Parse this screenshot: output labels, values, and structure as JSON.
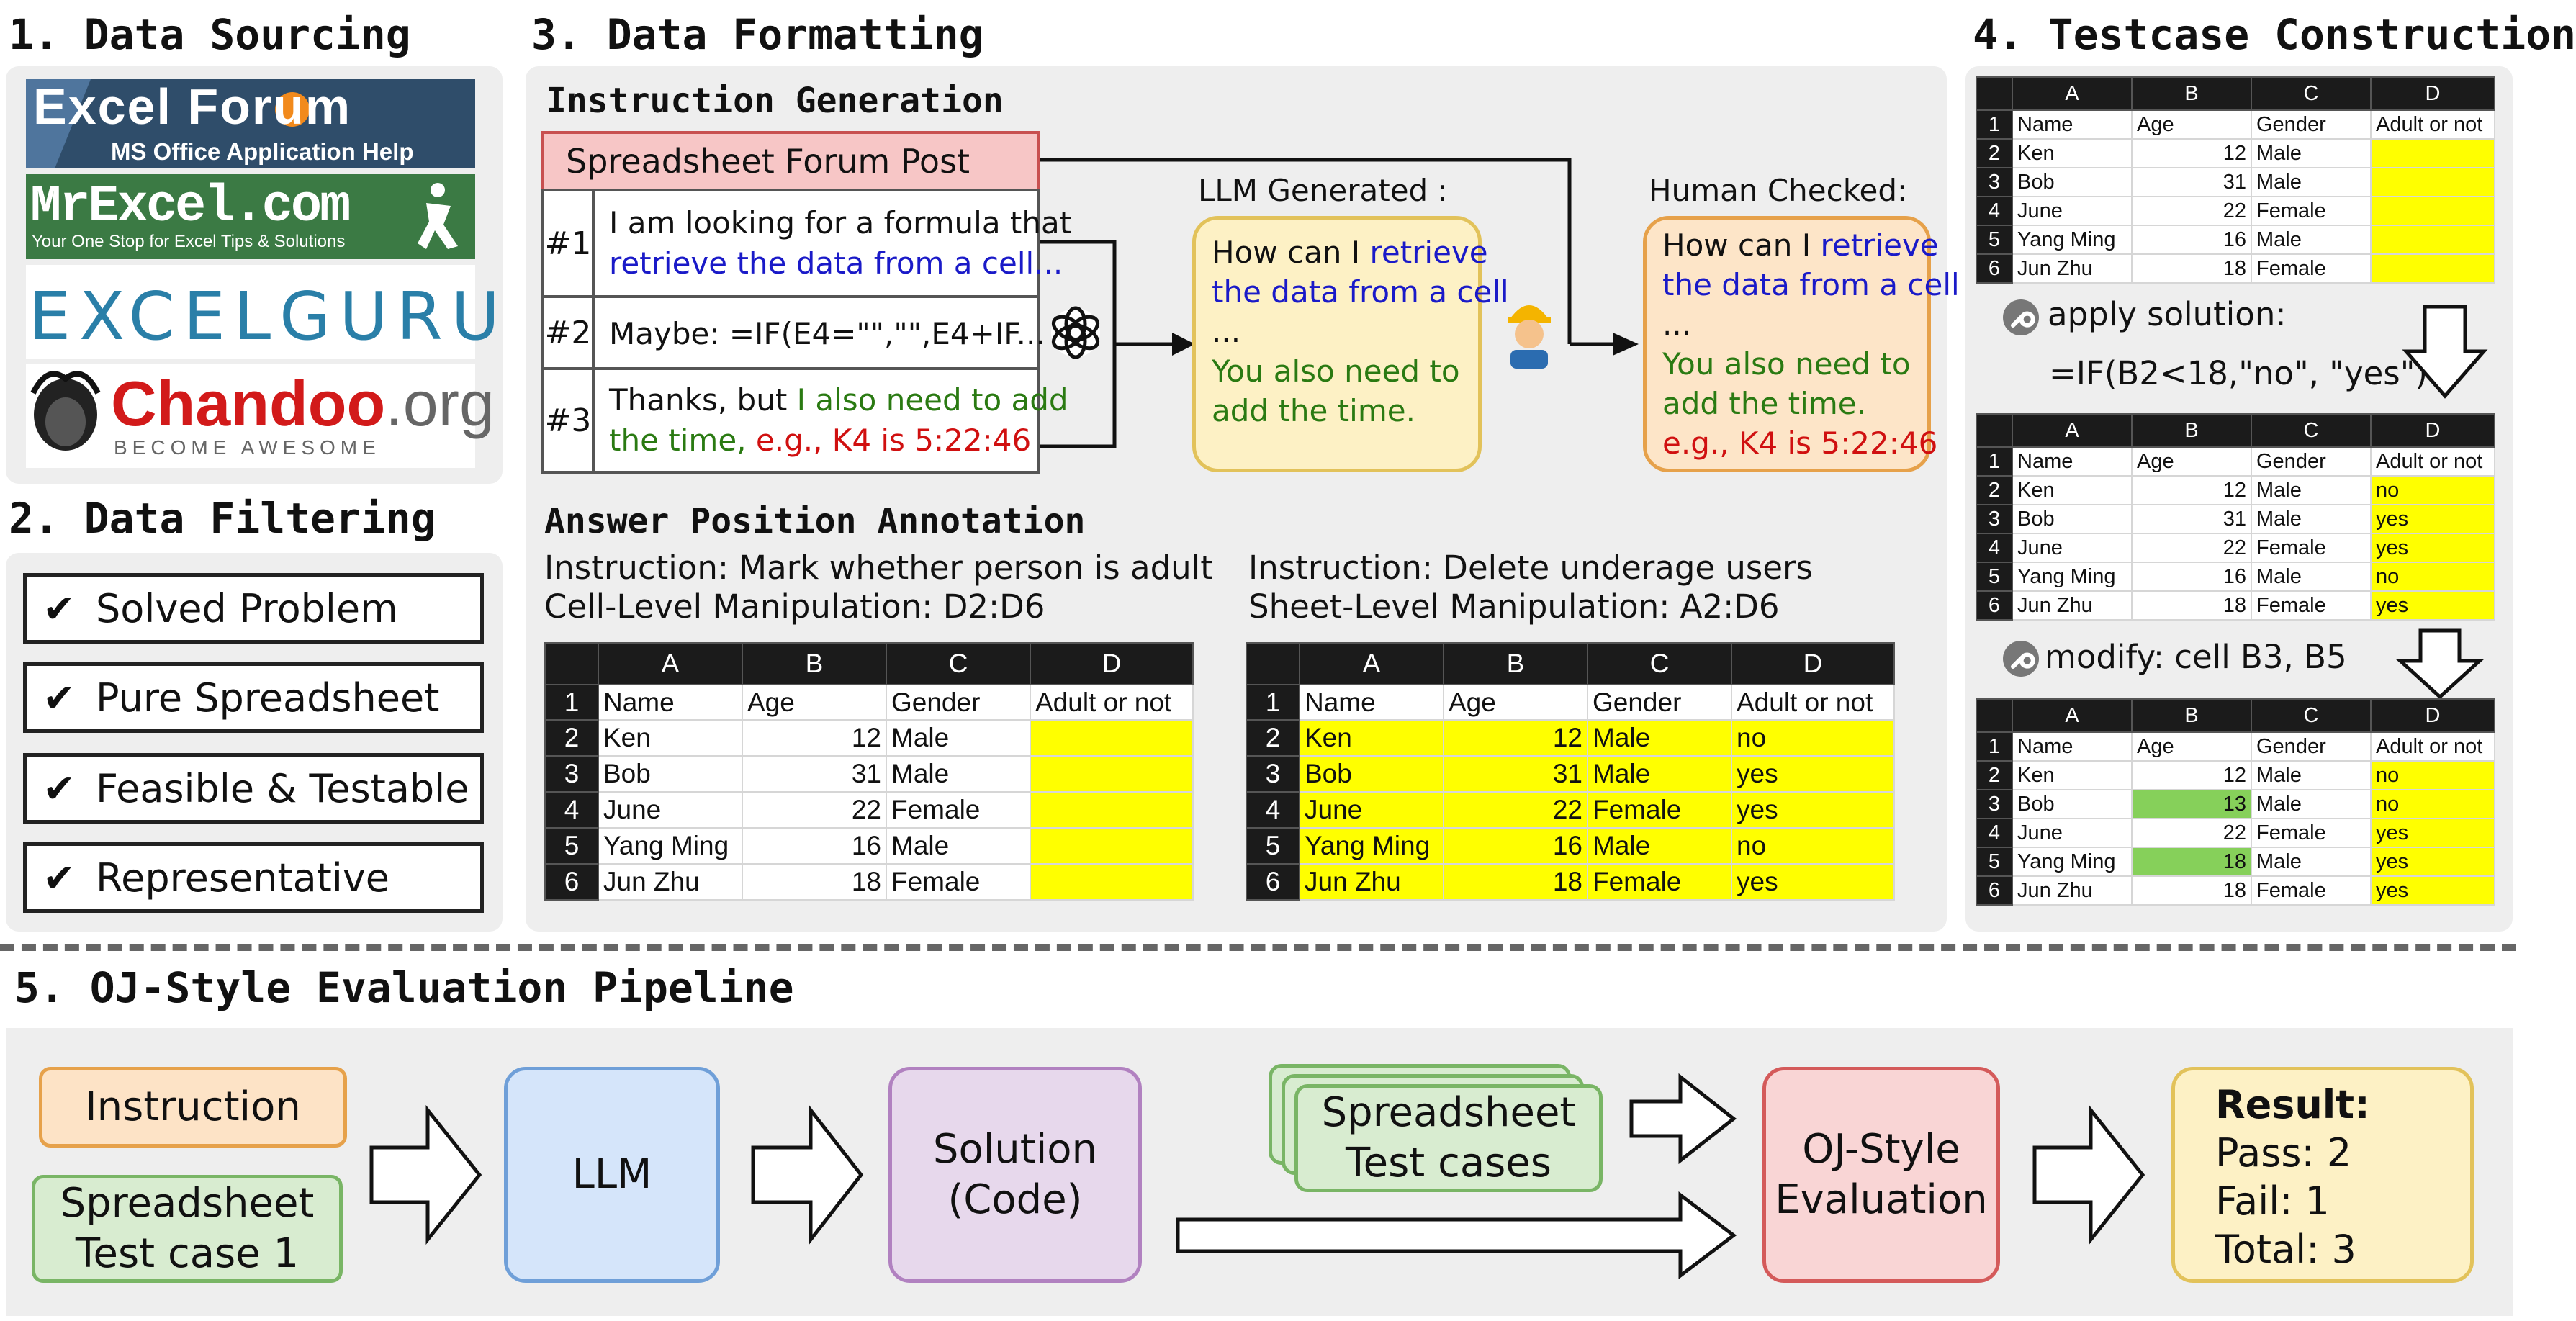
{
  "sections": {
    "s1": "1. Data Sourcing",
    "s2": "2. Data Filtering",
    "s3": "3. Data Formatting",
    "s4": "4. Testcase Construction",
    "s5": "5. OJ-Style Evaluation Pipeline"
  },
  "logos": {
    "excelforum_main": "Excel Forum",
    "excelforum_sub": "MS Office Application Help",
    "mrexcel_main": "MrExcel.com",
    "mrexcel_sub": "Your One Stop for Excel Tips & Solutions",
    "excelguru": "EXCELGURU",
    "chandoo_main": "Chandoo",
    "chandoo_tld": ".org",
    "chandoo_sub": "BECOME AWESOME"
  },
  "filters": [
    "Solved Problem",
    "Pure Spreadsheet",
    "Feasible & Testable",
    "Representative"
  ],
  "formatting": {
    "instruction_generation": "Instruction Generation",
    "post_title": "Spreadsheet Forum Post",
    "posts": [
      {
        "num": "#1",
        "line1": "I am looking for a formula that",
        "line2": "retrieve the data from a cell..."
      },
      {
        "num": "#2",
        "line1": "Maybe: =IF(E4=\"\",\"\",E4+IF..."
      },
      {
        "num": "#3",
        "line1a": "Thanks, but ",
        "line1b": "I also need to add",
        "line2a": "the time, ",
        "line2b": "e.g., K4 is 5:22:46"
      }
    ],
    "llm_label": "LLM Generated :",
    "human_label": "Human Checked:",
    "llm_bubble": {
      "p1": "How can I ",
      "p2": "retrieve",
      "p3": "the data from a cell",
      "p4": "...",
      "p5": "You also need to",
      "p6": "add the time."
    },
    "human_bubble": {
      "p1": "How can I ",
      "p2": "retrieve",
      "p3": "the data from a cell",
      "p4": "...",
      "p5": "You also need to",
      "p6": "add the time.",
      "p7": "e.g., K4 is 5:22:46"
    },
    "answer_position": "Answer Position Annotation",
    "left_instruction": "Instruction: Mark whether person is adult",
    "left_manip": "Cell-Level Manipulation: D2:D6",
    "right_instruction": "Instruction: Delete underage users",
    "right_manip": "Sheet-Level Manipulation: A2:D6"
  },
  "sheet": {
    "cols": [
      "A",
      "B",
      "C",
      "D"
    ],
    "header": [
      "Name",
      "Age",
      "Gender",
      "Adult or not"
    ],
    "rows": [
      [
        "Ken",
        "12",
        "Male"
      ],
      [
        "Bob",
        "31",
        "Male"
      ],
      [
        "June",
        "22",
        "Female"
      ],
      [
        "Yang Ming",
        "16",
        "Male"
      ],
      [
        "Jun Zhu",
        "18",
        "Female"
      ]
    ],
    "row_nums": [
      "1",
      "2",
      "3",
      "4",
      "5",
      "6"
    ],
    "answers": [
      "no",
      "yes",
      "yes",
      "no",
      "yes"
    ],
    "modified_ages": [
      "12",
      "13",
      "22",
      "18",
      "18"
    ],
    "modified_answers": [
      "no",
      "no",
      "yes",
      "yes",
      "yes"
    ]
  },
  "testcase": {
    "apply_label": "apply solution:",
    "formula": "=IF(B2<18,\"no\", \"yes\")",
    "modify_label": "modify: cell B3, B5"
  },
  "pipeline": {
    "instruction": "Instruction",
    "test_case_1": "Spreadsheet\nTest case 1",
    "llm": "LLM",
    "solution": "Solution\n(Code)",
    "test_cases": "Spreadsheet\nTest cases",
    "oj_eval": "OJ-Style\nEvaluation",
    "result_title": "Result:",
    "pass": "Pass: 2",
    "fail": "Fail: 1",
    "total": "Total: 3"
  },
  "colors": {
    "panel": "#eeeeee",
    "highlight_yellow": "#ffff00",
    "highlight_green": "#86d05a",
    "instruction_fill": "#fde3c6",
    "testcase_fill": "#d8ecd0",
    "llm_fill": "#d5e5fa",
    "solution_fill": "#e7d8ec",
    "eval_fill": "#f9d5d5",
    "result_fill": "#fdf1c5"
  },
  "icons": [
    "checkmark-icon",
    "openai-logo-icon",
    "human-worker-icon",
    "wrench-icon",
    "hollow-arrow-icon"
  ]
}
